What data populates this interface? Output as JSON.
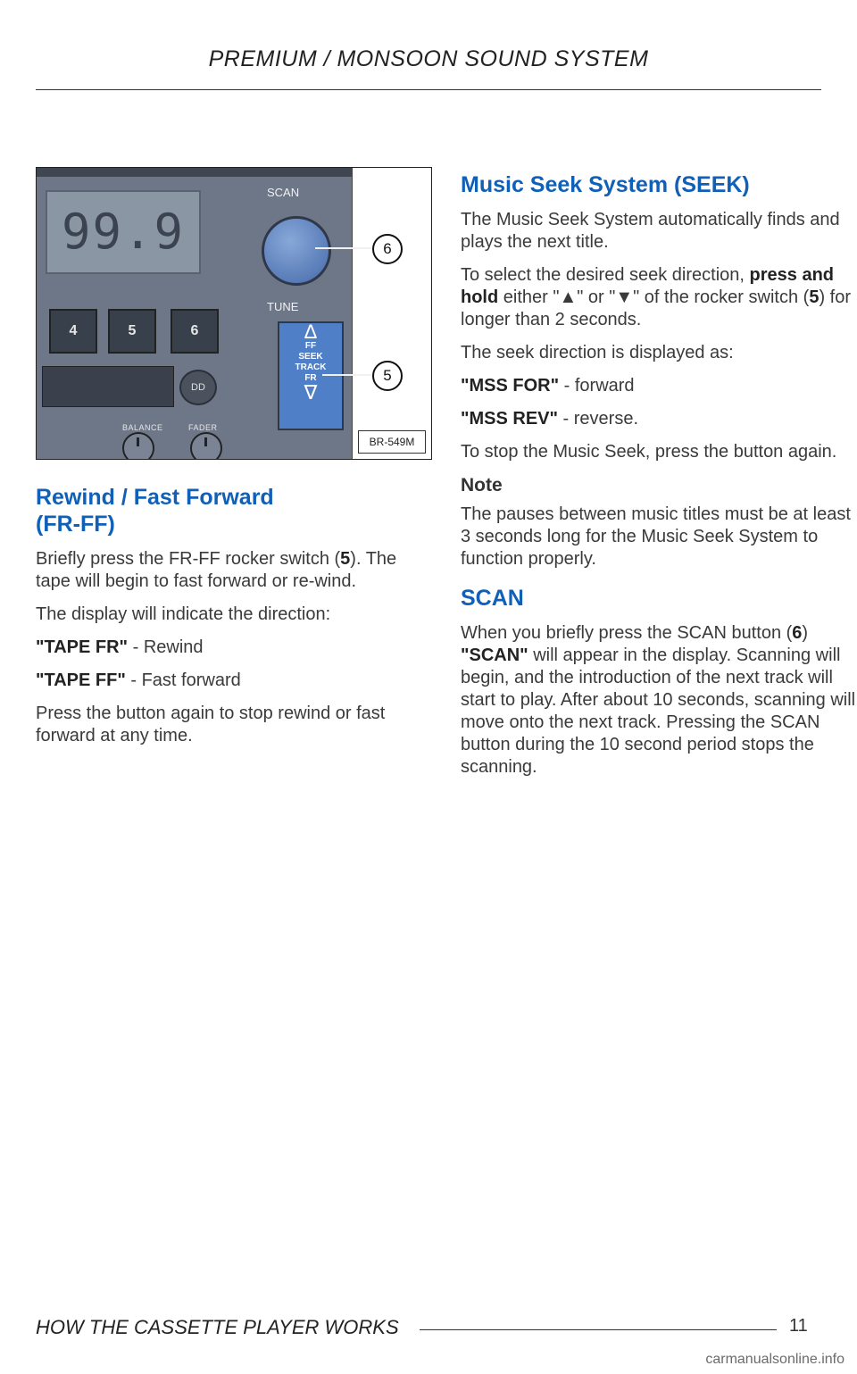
{
  "header": {
    "title": "PREMIUM / MONSOON SOUND SYSTEM"
  },
  "figure": {
    "display_value": "99.9",
    "presets": [
      "4",
      "5",
      "6"
    ],
    "scan_label": "SCAN",
    "tune_label": "TUNE",
    "rocker": {
      "up": "Δ",
      "lines": [
        "FF",
        "SEEK",
        "TRACK",
        "FR"
      ],
      "down": "∇"
    },
    "dolby": "DD",
    "bottom_labels": [
      "BALANCE",
      "FADER"
    ],
    "callouts": [
      "6",
      "5"
    ],
    "code": "BR-549M"
  },
  "left": {
    "title_line1": "Rewind / Fast Forward",
    "title_line2": "(FR-FF)",
    "p1_pre": "Briefly press the FR-FF rocker switch (",
    "p1_num": "5",
    "p1_post": "). The tape will begin to fast forward or re-wind.",
    "p2": "The display will indicate the direction:",
    "d1_label": "\"TAPE FR\"",
    "d1_text": " - Rewind",
    "d2_label": "\"TAPE FF\"",
    "d2_text": " - Fast forward",
    "p3": "Press the button again to stop rewind or fast forward at any time."
  },
  "right": {
    "title": "Music Seek System (SEEK)",
    "p1": "The Music Seek System automatically finds and plays the next title.",
    "p2_pre": "To select the desired seek direction, ",
    "p2_bold": "press and hold",
    "p2_mid": " either \"▲\" or \"▼\" of the rocker switch (",
    "p2_num": "5",
    "p2_post": ") for longer than 2 seconds.",
    "p3": "The seek direction is displayed as:",
    "d1_label": "\"MSS FOR\"",
    "d1_text": " - forward",
    "d2_label": "\"MSS REV\"",
    "d2_text": " - reverse.",
    "p4": "To stop the Music Seek, press the button again.",
    "note_title": "Note",
    "note_text": "The pauses between music titles must be at least 3 seconds long for the Music Seek System to function properly.",
    "scan_title": "SCAN",
    "scan_pre": "When you briefly press the SCAN button (",
    "scan_num": "6",
    "scan_mid": ") ",
    "scan_bold": "\"SCAN\"",
    "scan_post": " will appear in the display. Scanning will begin, and the introduction of the next track will start to play. After about 10 seconds, scanning will move onto the next track. Pressing the SCAN button during the 10 second period stops the scanning."
  },
  "footer": {
    "title": "HOW THE CASSETTE PLAYER WORKS",
    "page": "11"
  },
  "watermark": "carmanualsonline.info",
  "colors": {
    "heading": "#1060b8",
    "rocker": "#4f7fc6",
    "panel": "#6d7787"
  }
}
